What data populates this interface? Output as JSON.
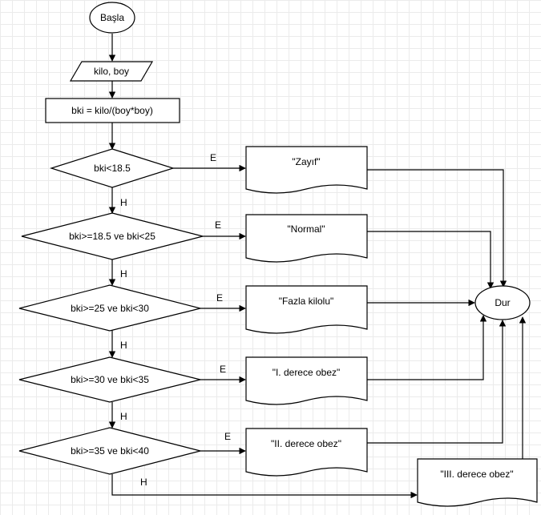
{
  "flowchart": {
    "start_label": "Başla",
    "input_label": "kilo, boy",
    "process_label": "bki = kilo/(boy*boy)",
    "end_label": "Dur",
    "conditions": [
      "bki<18.5",
      "bki>=18.5 ve bki<25",
      "bki>=25 ve bki<30",
      "bki>=30 ve bki<35",
      "bki>=35 ve bki<40"
    ],
    "outputs": [
      "\"Zayıf\"",
      "\"Normal\"",
      "\"Fazla kilolu\"",
      "\"I. derece obez\"",
      "\"II. derece obez\"",
      "\"III. derece obez\""
    ],
    "yes_label": "E",
    "no_label": "H"
  }
}
